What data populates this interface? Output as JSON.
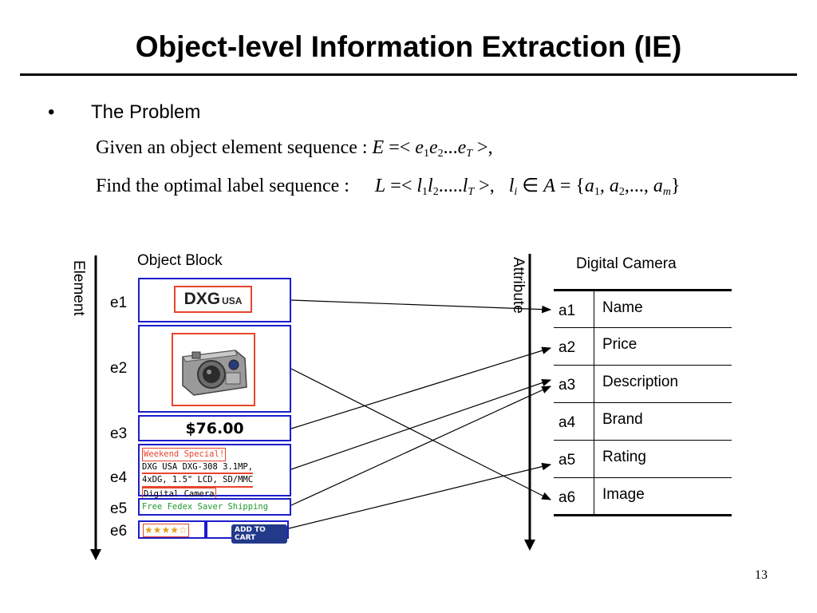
{
  "title": "Object-level Information Extraction (IE)",
  "bullet": {
    "symbol": "•",
    "text": "The Problem"
  },
  "math": {
    "line1_prefix": "Given an object element sequence : ",
    "line2_prefix": "Find the optimal label sequence : "
  },
  "labels": {
    "element_axis": "Element",
    "attribute_axis": "Attribute",
    "object_block": "Object Block",
    "digital_camera": "Digital Camera"
  },
  "elements": [
    "e1",
    "e2",
    "e3",
    "e4",
    "e5",
    "e6"
  ],
  "object_block": {
    "brand_logo": "DXG",
    "brand_logo_suffix": "USA",
    "price": "$76.00",
    "description_lines": [
      "Weekend Special!",
      "DXG USA DXG-308 3.1MP,",
      "4xDG, 1.5\" LCD, SD/MMC",
      "Digital Camera"
    ],
    "shipping": "Free Fedex Saver Shipping",
    "rating_stars": 4,
    "rating_max": 5,
    "cart_button": "ADD TO CART"
  },
  "attributes": [
    {
      "id": "a1",
      "name": "Name"
    },
    {
      "id": "a2",
      "name": "Price"
    },
    {
      "id": "a3",
      "name": "Description"
    },
    {
      "id": "a4",
      "name": "Brand"
    },
    {
      "id": "a5",
      "name": "Rating"
    },
    {
      "id": "a6",
      "name": "Image"
    }
  ],
  "mappings": [
    {
      "from": "e1",
      "to": "a1"
    },
    {
      "from": "e2",
      "to": "a6"
    },
    {
      "from": "e3",
      "to": "a2"
    },
    {
      "from": "e4",
      "to": "a3"
    },
    {
      "from": "e5",
      "to": "a3"
    },
    {
      "from": "e6",
      "to": "a5"
    }
  ],
  "page_number": "13",
  "colors": {
    "box_border": "#1c1ccc",
    "highlight": "#e8452c",
    "shipping_text": "#1f9a2c"
  }
}
